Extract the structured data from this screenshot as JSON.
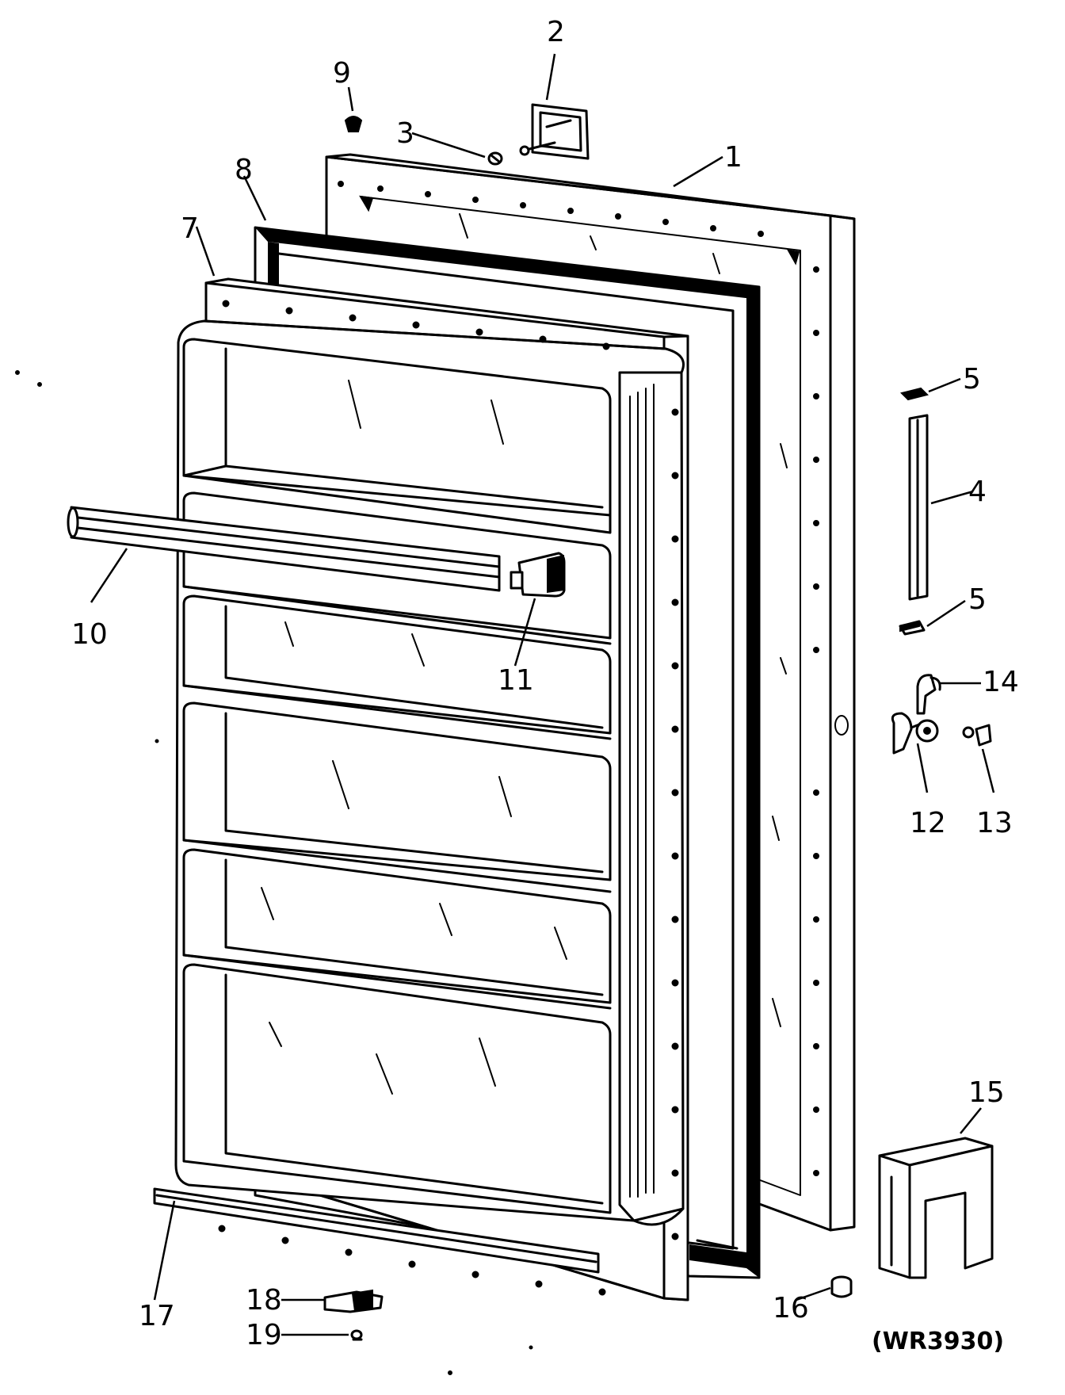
{
  "callouts": {
    "c1": "1",
    "c2": "2",
    "c3": "3",
    "c4": "4",
    "c5a": "5",
    "c5b": "5",
    "c7": "7",
    "c8": "8",
    "c9": "9",
    "c10": "10",
    "c11": "11",
    "c12": "12",
    "c13": "13",
    "c14": "14",
    "c15": "15",
    "c16": "16",
    "c17": "17",
    "c18": "18",
    "c19": "19"
  },
  "figure_code": "(WR3930)"
}
